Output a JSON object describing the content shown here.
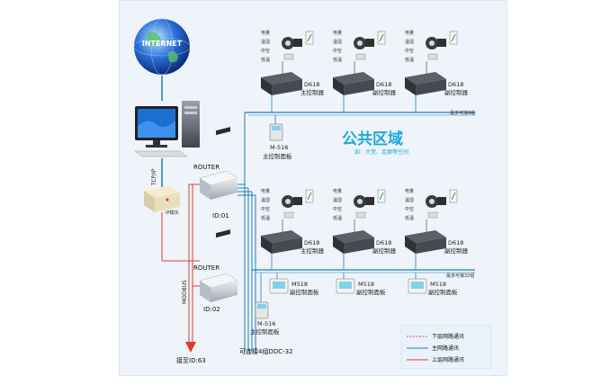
{
  "internet_label": "INTERNET",
  "tcpip_label": "TCP/IP",
  "gateway_label": "IP模块",
  "modbus_label": "MODBUS",
  "router1": {
    "title": "ROUTER",
    "id": "ID:01"
  },
  "router2": {
    "title": "ROUTER",
    "id": "ID:02"
  },
  "bottom_note": "接至ID:63",
  "bus_note": "可连接4组DDC-32",
  "area_title": "公共区域",
  "area_sub": "如：大堂、走廊等空间",
  "sensor_lines": [
    "电量",
    "温湿",
    "中空",
    "低温"
  ],
  "top_group": {
    "controllers": [
      {
        "model": "D618",
        "role": "主控制器"
      },
      {
        "model": "D618",
        "role": "副控制器"
      },
      {
        "model": "D618",
        "role": "副控制器"
      }
    ],
    "more": "最多可接8组",
    "panel": {
      "model": "M-516",
      "role": "主控制面板"
    }
  },
  "bottom_group": {
    "controllers": [
      {
        "model": "D618",
        "role": "主控制器"
      },
      {
        "model": "D618",
        "role": "副控制器"
      },
      {
        "model": "D618",
        "role": "副控制器"
      }
    ],
    "more": "最多可接32组",
    "panels": [
      {
        "model": "M518",
        "role": "副控制面板"
      },
      {
        "model": "M518",
        "role": "副控制面板"
      },
      {
        "model": "M518",
        "role": "副控制面板"
      }
    ],
    "main_panel": {
      "model": "M-516",
      "role": "主控制面板"
    }
  },
  "legend": [
    {
      "label": "下层网路通讯",
      "color": "#e0407a",
      "dash": true
    },
    {
      "label": "主网路通讯",
      "color": "#1e7fb8",
      "dash": false
    },
    {
      "label": "上层网路通讯",
      "color": "#e23b2b",
      "dash": false
    }
  ],
  "colors": {
    "bus": "#1e7fb8",
    "red": "#e23b2b",
    "pink": "#e0407a",
    "accent": "#1ea7d8"
  }
}
